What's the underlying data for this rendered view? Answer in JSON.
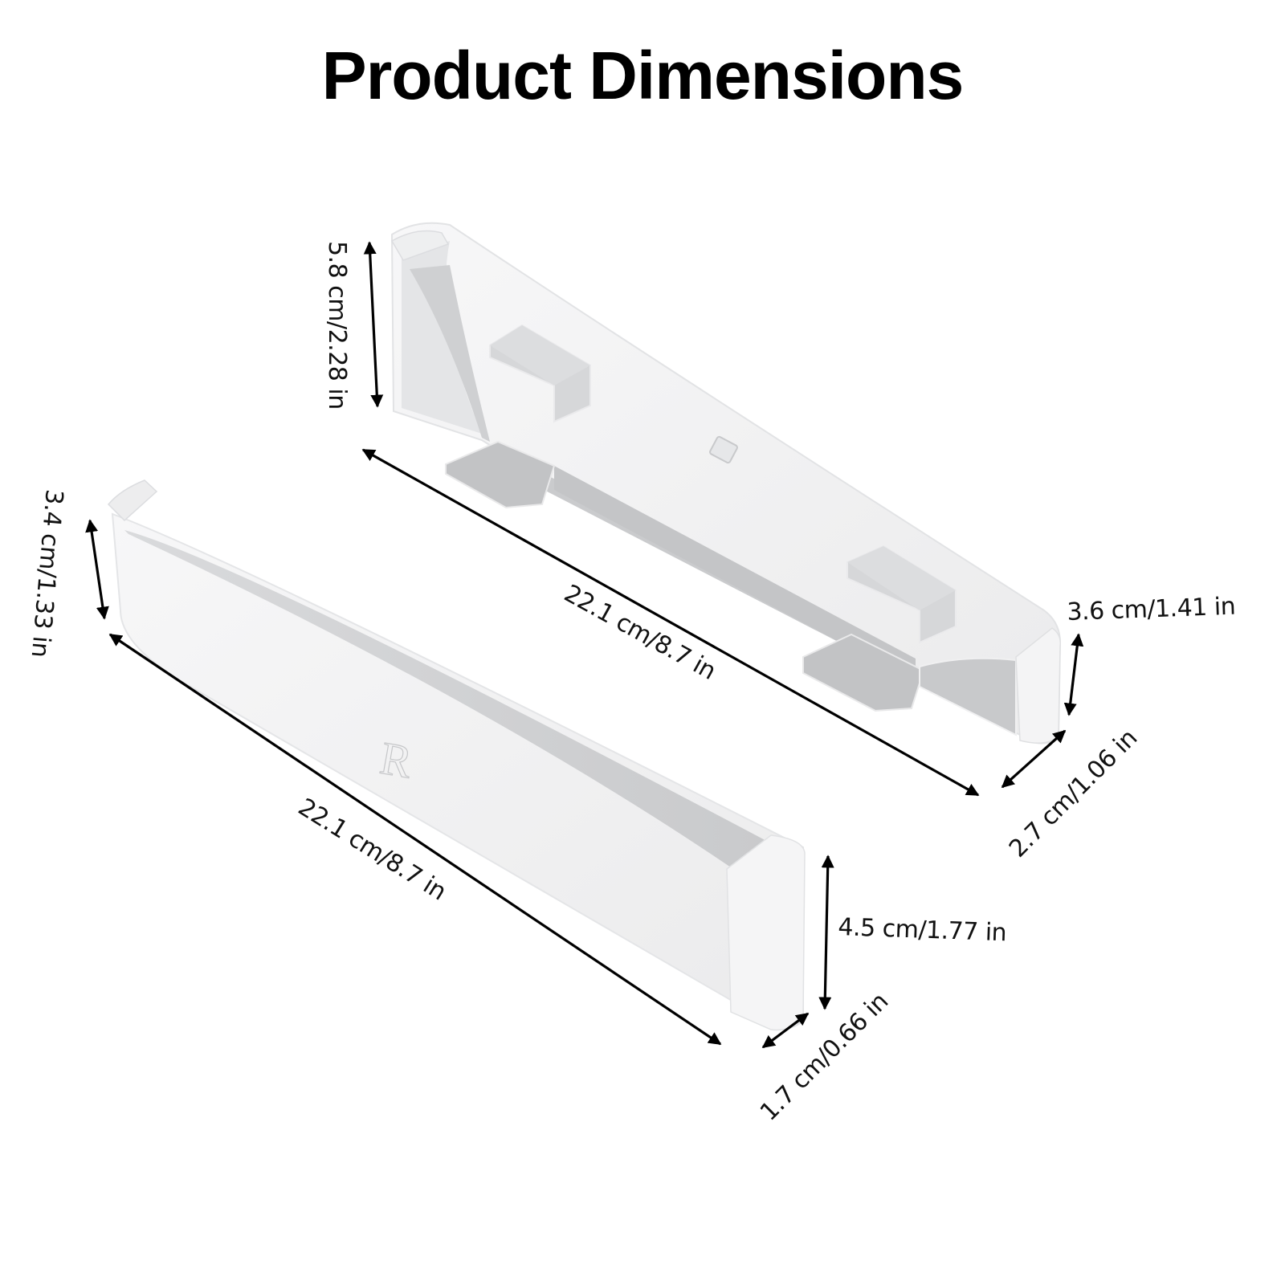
{
  "title": "Product Dimensions",
  "colors": {
    "background": "#ffffff",
    "text": "#000000",
    "part_face": "#f2f2f3",
    "part_shade": "#d2d3d5",
    "part_dark": "#b9babc",
    "arrow": "#000000"
  },
  "parts": [
    {
      "name": "rear-stand-piece",
      "dimensions": {
        "height": "5.8 cm/2.28 in",
        "length": "22.1 cm/8.7 in",
        "end_height": "3.6 cm/1.41 in",
        "depth": "2.7 cm/1.06 in"
      }
    },
    {
      "name": "front-stand-piece",
      "emboss_letter": "R",
      "dimensions": {
        "end_height": "3.4 cm/1.33 in",
        "length": "22.1 cm/8.7 in",
        "height": "4.5 cm/1.77 in",
        "depth": "1.7 cm/0.66 in"
      }
    }
  ]
}
